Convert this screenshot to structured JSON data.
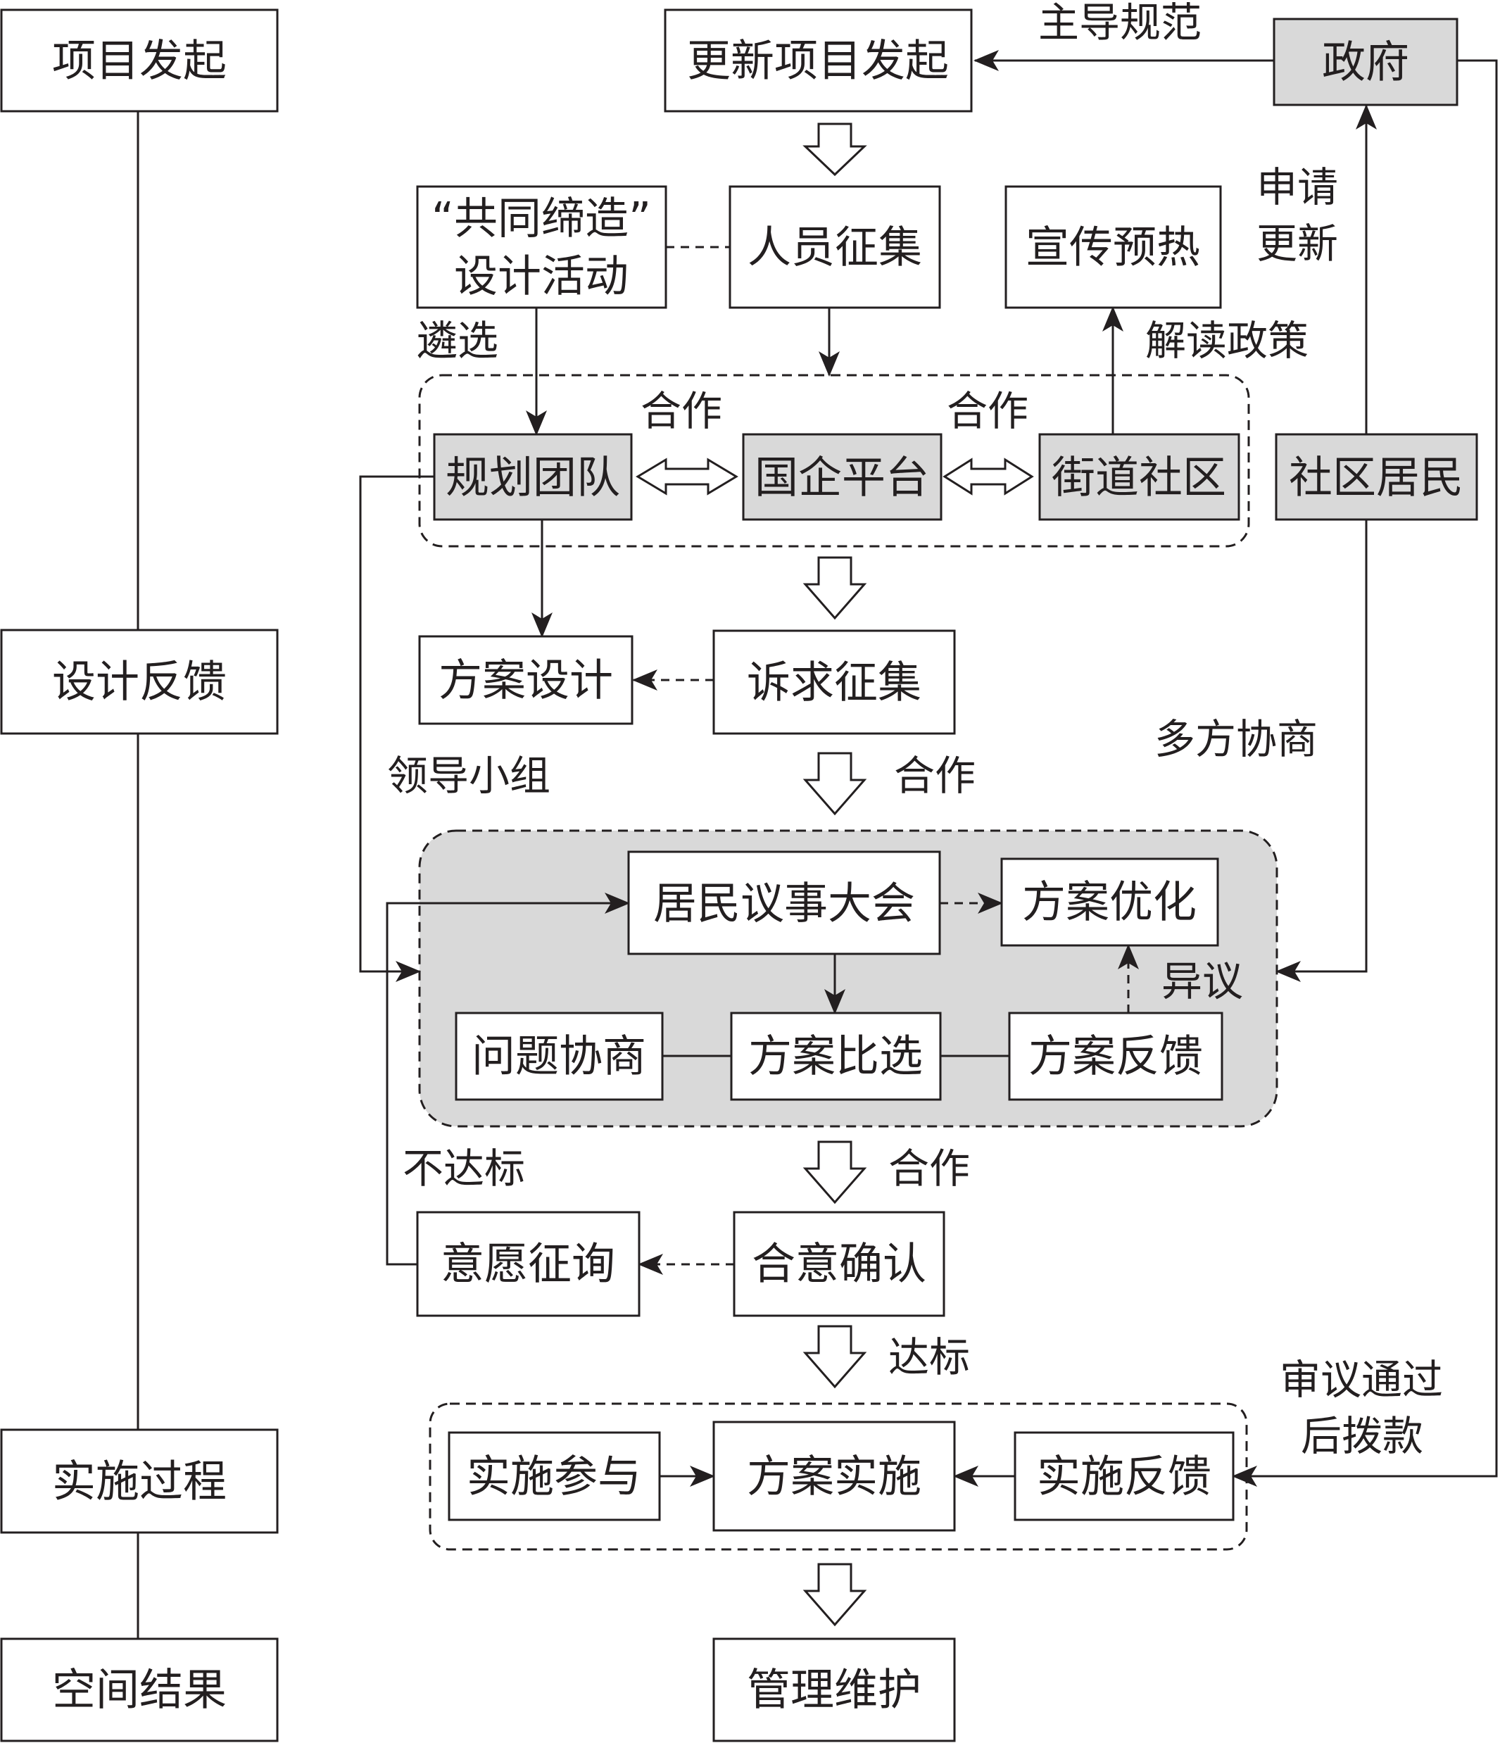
{
  "stages": {
    "initiation": "项目发起",
    "feedback": "设计反馈",
    "implementation": "实施过程",
    "result": "空间结果"
  },
  "nodes": {
    "initiate": "更新项目发起",
    "government": "政府",
    "activity_line1": "“共同缔造”",
    "activity_line2": "设计活动",
    "recruit": "人员征集",
    "publicity": "宣传预热",
    "planning_team": "规划团队",
    "soe_platform": "国企平台",
    "street_community": "街道社区",
    "residents": "社区居民",
    "scheme_design": "方案设计",
    "demand_collection": "诉求征集",
    "council": "居民议事大会",
    "optimization": "方案优化",
    "issue_negotiation": "问题协商",
    "scheme_comparison": "方案比选",
    "scheme_feedback": "方案反馈",
    "willingness_inquiry": "意愿征询",
    "consent_confirm": "合意确认",
    "impl_participation": "实施参与",
    "scheme_implementation": "方案实施",
    "impl_feedback": "实施反馈",
    "maintenance": "管理维护"
  },
  "labels": {
    "lead_regulate": "主导规范",
    "apply_line1": "申请",
    "apply_line2": "更新",
    "interpret_policy": "解读政策",
    "select": "遴选",
    "cooperate_1": "合作",
    "cooperate_2": "合作",
    "cooperate_3": "合作",
    "cooperate_4": "合作",
    "leading_group": "领导小组",
    "multi_negotiation": "多方协商",
    "objection": "异议",
    "not_qualified": "不达标",
    "qualified": "达标",
    "approved_line1": "审议通过",
    "approved_line2": "后拨款"
  }
}
